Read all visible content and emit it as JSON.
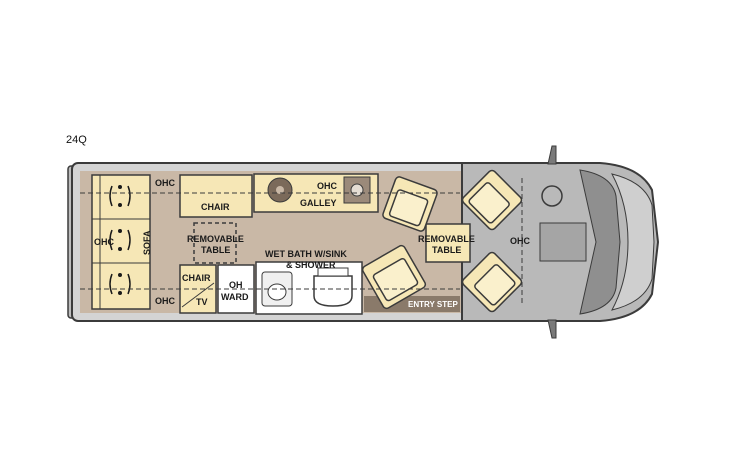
{
  "model": "24Q",
  "colors": {
    "floor": "#c9b8a6",
    "cabinet": "#f6e7b6",
    "outline": "#3b3b3b",
    "bath": "#ffffff",
    "cab_body": "#b9b9b9",
    "cab_dark": "#8f8f8f",
    "entry_step": "#8a7a6a"
  },
  "labels": {
    "ohc_top_left": "OHC",
    "ohc_left": "OHC",
    "ohc_bottom_left": "OHC",
    "ohc_front": "OHC",
    "sofa": "SOFA",
    "chair_top": "CHAIR",
    "removable_table_left_1": "REMOVABLE",
    "removable_table_left_2": "TABLE",
    "ohc_galley": "OHC",
    "galley": "GALLEY",
    "chair_small": "CHAIR",
    "tv": "TV",
    "oh_ward_1": "OH",
    "oh_ward_2": "WARD",
    "wet_bath_1": "WET BATH W/SINK",
    "wet_bath_2": "& SHOWER",
    "removable_table_right_1": "REMOVABLE",
    "removable_table_right_2": "TABLE",
    "entry_step": "ENTRY STEP"
  }
}
